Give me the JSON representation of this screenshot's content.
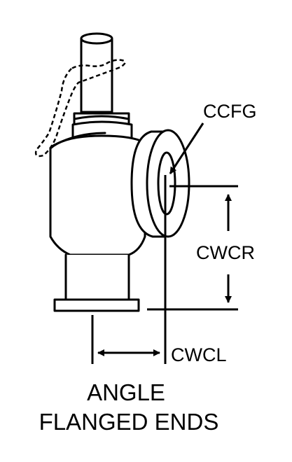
{
  "labels": {
    "ccfg": "CCFG",
    "cwcr": "CWCR",
    "cwcl": "CWCL"
  },
  "caption": {
    "line1": "ANGLE",
    "line2": "FLANGED ENDS"
  },
  "colors": {
    "ink": "#000000",
    "paper": "#ffffff"
  }
}
